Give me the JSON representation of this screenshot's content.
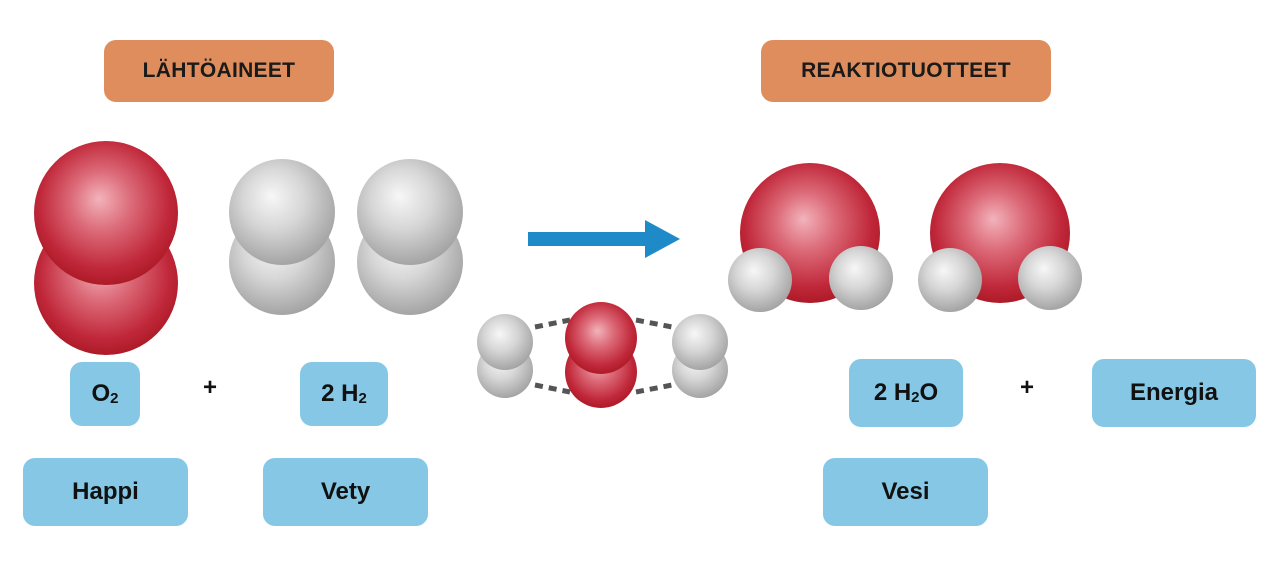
{
  "headers": {
    "reactants": "LÄHTÖAINEET",
    "products": "REAKTIOTUOTTEET"
  },
  "formulas": {
    "o2": {
      "main": "O",
      "sub": "2"
    },
    "h2": {
      "prefix": "2 H",
      "sub": "2"
    },
    "h2o": {
      "prefix": "2 H",
      "sub": "2",
      "suffix": "O"
    },
    "energy": "Energia"
  },
  "names": {
    "oxygen": "Happi",
    "hydrogen": "Vety",
    "water": "Vesi"
  },
  "operators": {
    "plus_left": "+",
    "plus_right": "+"
  },
  "colors": {
    "header_bg": "#df8d5c",
    "label_bg": "#85c7e4",
    "arrow": "#1e8ac8",
    "oxygen_atom": "#c0283a",
    "hydrogen_atom": "#c8c8c8",
    "bond_dash": "#555555"
  }
}
